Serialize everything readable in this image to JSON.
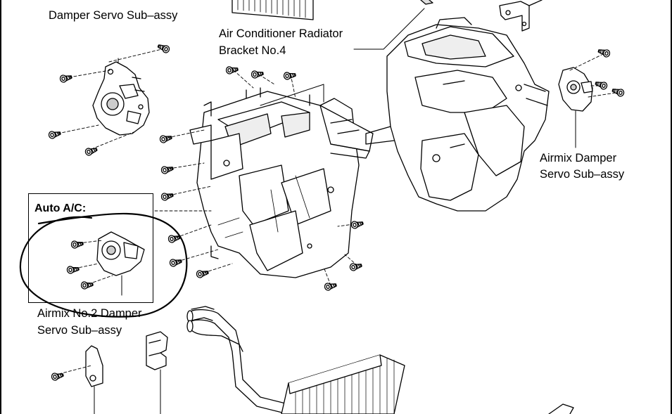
{
  "labels": {
    "damper_servo": "Damper Servo Sub–assy",
    "ac_bracket_line1": "Air Conditioner Radiator",
    "ac_bracket_line2": "Bracket No.4",
    "airmix_line1": "Airmix Damper",
    "airmix_line2": "Servo Sub–assy",
    "auto_ac": "Auto A/C:",
    "airmix2_line1": "Airmix No.2 Damper",
    "airmix2_line2": "Servo Sub–assy"
  },
  "colors": {
    "line": "#000000",
    "part_fill": "#ffffff",
    "shade": "#d8d8d8",
    "background": "#ffffff"
  },
  "icons": {
    "screw": "screw-icon",
    "servo": "servo-motor-icon",
    "clip": "pipe-clip-icon"
  }
}
